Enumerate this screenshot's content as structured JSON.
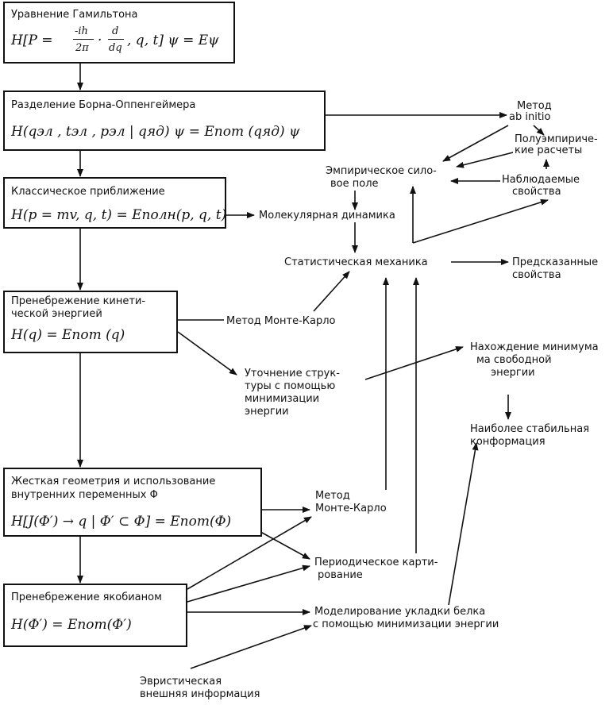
{
  "boxes": {
    "hamilton": {
      "title": "Уравнение Гамильтона",
      "eq_left": "H[P =",
      "frac1_num": "-ih",
      "frac1_den": "2π",
      "dot": "·",
      "frac2_num": "d",
      "frac2_den": "dq",
      "eq_right": ", q, t] ψ = Eψ"
    },
    "born": {
      "title": "Разделение Борна-Оппенгеймера",
      "formula": "H(qэл , tэл , pэл | qяд) ψ = Eпот (qяд) ψ"
    },
    "classical": {
      "title": "Классическое приближение",
      "formula": "H(p = mv, q, t) = Eполн(p, q, t)"
    },
    "neglect_kinetic": {
      "title_line1": "Пренебрежение кинети-",
      "title_line2": "ческой энергией",
      "formula": "H(q) = Eпот (q)"
    },
    "rigid": {
      "title_line1": "Жесткая геометрия и использование",
      "title_line2": "внутренних переменных  Φ",
      "formula": "H[J(Φ′) → q | Φ′ ⊂ Φ] = Eпот(Φ)"
    },
    "jacobian": {
      "title": "Пренебрежение якобианом",
      "formula": "H(Φ′) = Eпот(Φ′)"
    }
  },
  "labels": {
    "ab_initio_line1": "Метод",
    "ab_initio_line2": "ab initio",
    "semi_line1": "Полуэмпириче-",
    "semi_line2": "кие расчеты",
    "empirical_line1": "Эмпирическое сило-",
    "empirical_line2": "вое поле",
    "observed_line1": "Наблюдаемые",
    "observed_line2": "свойства",
    "md": "Молекулярная динамика",
    "stat_mech": "Статистическая механика",
    "predicted_line1": "Предсказанные",
    "predicted_line2": "свойства",
    "monte_carlo_1": "Метод  Монте-Карло",
    "refine_line1": "Уточнение струк-",
    "refine_line2": "туры с помощью",
    "refine_line3": "минимизации",
    "refine_line4": "энергии",
    "freeenergy_line1": "Нахождение минимума",
    "freeenergy_line2": "ма свободной",
    "freeenergy_line3": "энергии",
    "stable_line1": "Наиболее стабильная",
    "stable_line2": "конформация",
    "monte_carlo_2_line1": "Метод",
    "monte_carlo_2_line2": "Монте-Карло",
    "periodic_line1": "Периодическое карти-",
    "periodic_line2": "рование",
    "folding_line1": "Моделирование укладки белка",
    "folding_line2": "с помощью минимизации энергии",
    "heuristic_line1": "Эвристическая",
    "heuristic_line2": "внешняя информация"
  }
}
